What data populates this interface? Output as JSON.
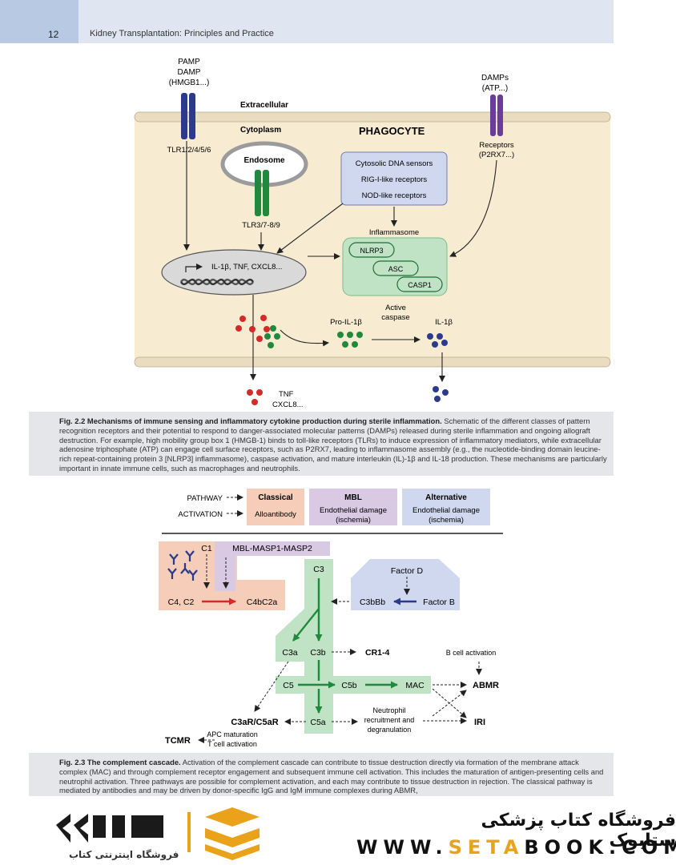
{
  "header": {
    "page_number": "12",
    "running_title": "Kidney Transplantation: Principles and Practice"
  },
  "fig22": {
    "pamp_l1": "PAMP",
    "pamp_l2": "DAMP",
    "pamp_l3": "(HMGB1...)",
    "damps_l1": "DAMPs",
    "damps_l2": "(ATP...)",
    "extracellular": "Extracellular",
    "cytoplasm": "Cytoplasm",
    "phagocyte": "PHAGOCYTE",
    "tlr_surface": "TLR1/2/4/5/6",
    "receptors_l1": "Receptors",
    "receptors_l2": "(P2RX7...)",
    "endosome": "Endosome",
    "tlr_endo": "TLR3/7-8/9",
    "sensors": [
      "Cytosolic DNA sensors",
      "RIG-I-like receptors",
      "NOD-like receptors"
    ],
    "inflammasome": "Inflammasome",
    "nlrp3": "NLRP3",
    "asc": "ASC",
    "casp1": "CASP1",
    "nucleus_text": "IL-1β, TNF, CXCL8...",
    "pro_il1b": "Pro-IL-1β",
    "active_l1": "Active",
    "active_l2": "caspase",
    "il1b": "IL-1β",
    "tnf_l1": "TNF",
    "tnf_l2": "CXCL8..."
  },
  "fig22_caption": {
    "label": "Fig. 2.2",
    "title": "Mechanisms of immune sensing and inflammatory cytokine production during sterile inflammation.",
    "text": "Schematic of the different classes of pattern recognition receptors and their potential to respond to danger-associated molecular patterns (DAMPs) released during sterile inflammation and ongoing allograft destruction. For example, high mobility group box 1 (HMGB-1) binds to toll-like receptors (TLRs) to induce expression of inflammatory mediators, while extracellular adenosine triphosphate (ATP) can engage cell surface receptors, such as P2RX7, leading to inflammasome assembly (e.g., the nucleotide-binding domain leucine-rich repeat-containing protein 3 [NLRP3] inflammasome), caspase activation, and mature interleukin (IL)-1β and IL-18 production. These mechanisms are particularly important in innate immune cells, such as macrophages and neutrophils."
  },
  "fig23": {
    "pathway": "PATHWAY",
    "activation": "ACTIVATION",
    "classical": "Classical",
    "alloantibody": "Alloantibody",
    "mbl": "MBL",
    "mbl_act_l1": "Endothelial damage",
    "mbl_act_l2": "(ischemia)",
    "alternative": "Alternative",
    "alt_act_l1": "Endothelial damage",
    "alt_act_l2": "(ischemia)",
    "c1": "C1",
    "mbl_masp": "MBL-MASP1-MASP2",
    "c3": "C3",
    "factor_d": "Factor D",
    "factor_b": "Factor B",
    "c4c2": "C4, C2",
    "c4bc2a": "C4bC2a",
    "c3bbb": "C3bBb",
    "c3a": "C3a",
    "c3b": "C3b",
    "cr1": "CR1-4",
    "bcell": "B cell activation",
    "c5": "C5",
    "c5b": "C5b",
    "mac": "MAC",
    "abmr": "ABMR",
    "neut_l1": "Neutrophil",
    "neut_l2": "recruitment and",
    "neut_l3": "degranulation",
    "iri": "IRI",
    "c3ar": "C3aR/C5aR",
    "c5a": "C5a",
    "tcmr": "TCMR",
    "apc_l1": "APC maturation",
    "apc_l2": "T cell activation"
  },
  "fig23_caption": {
    "label": "Fig. 2.3",
    "title": "The complement cascade.",
    "text": "Activation of the complement cascade can contribute to tissue destruction directly via formation of the membrane attack complex (MAC) and through complement receptor engagement and subsequent immune cell activation. This includes the maturation of antigen-presenting cells and neutrophil activation. Three pathways are possible for complement activation, and each may contribute to tissue destruction in rejection. The classical pathway is mediated by antibodies and may be driven by donor-specific IgG and IgM immune complexes during ABMR,"
  },
  "watermark": {
    "store_name": "فروشگاه کتاب پزشکی ستابوک",
    "url_pre": "WWW.",
    "url_accent": "SETA",
    "url_post": "BOOK.COM",
    "logo_sub": "فروشگاه اینترنتی کتاب",
    "colors": {
      "gold": "#e9a21a",
      "dark": "#1a1a1a"
    }
  },
  "colors": {
    "navy": "#2b3a8c",
    "purple": "#6a3d9a",
    "green": "#1f8a3c",
    "red": "#d42a2a",
    "cell": "#f7ecd2",
    "membrane": "#e9dcc0",
    "classical": "#f6cdb8",
    "mbl": "#d9c9e3",
    "alternative": "#cfd8ee",
    "cascade": "#bfe3c4"
  }
}
